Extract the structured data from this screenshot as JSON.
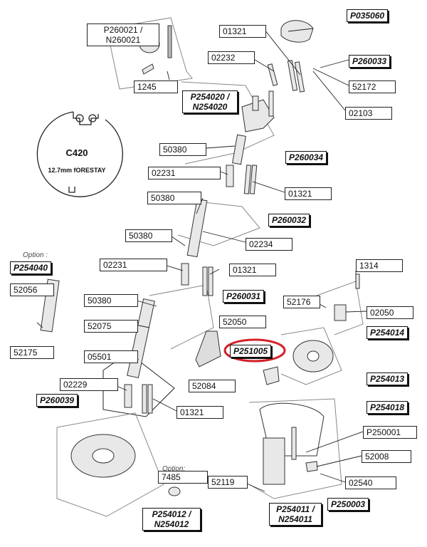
{
  "profile": {
    "title": "C420",
    "subtitle": "12.7mm fORESTAY"
  },
  "option_labels": {
    "left": "Option :",
    "bottom": "Option:"
  },
  "labels": {
    "p035060": "P035060",
    "n01321_top": "01321",
    "n02232": "02232",
    "p260033": "P260033",
    "n52172": "52172",
    "p260021": "P260021 /",
    "n260021": "N260021",
    "n1245": "1245",
    "p254020": "P254020 /",
    "n254020": "N254020",
    "n02103": "02103",
    "n50380_a": "50380",
    "p260034": "P260034",
    "n02231_a": "02231",
    "n01321_b": "01321",
    "n50380_b": "50380",
    "p260032": "P260032",
    "n50380_c": "50380",
    "n02234": "02234",
    "p254040": "P254040",
    "n52056": "52056",
    "n02231_b": "02231",
    "n01321_c": "01321",
    "n1314": "1314",
    "n50380_d": "50380",
    "p260031": "P260031",
    "n52176": "52176",
    "n02050": "02050",
    "n52075": "52075",
    "n52050": "52050",
    "p254014": "P254014",
    "n52175": "52175",
    "n05501": "05501",
    "p251005": "P251005",
    "p254013": "P254013",
    "n02229": "02229",
    "n52084": "52084",
    "p260039": "P260039",
    "n01321_d": "01321",
    "p254018": "P254018",
    "p250001": "P250001",
    "n52008": "52008",
    "n7485": "7485",
    "n52119": "52119",
    "n02540": "02540",
    "p250003": "P250003",
    "p254011": "P254011 /",
    "n254011": "N254011",
    "p254012": "P254012 /",
    "n254012": "N254012"
  },
  "colors": {
    "highlight": "#d42027",
    "line": "#222222",
    "part": "#555555"
  }
}
